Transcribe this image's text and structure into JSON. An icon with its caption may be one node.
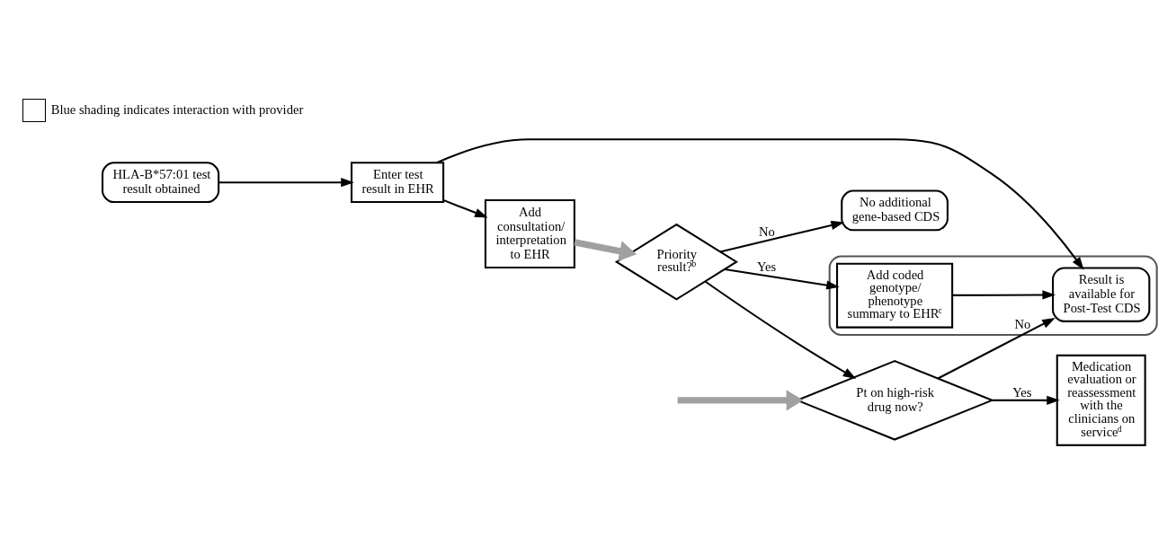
{
  "diagram": {
    "nodes": [
      {
        "text": [
          "HLA-B*57:01 test result obtained"
        ]
      },
      {
        "text": [
          "Enter test result in EHR"
        ]
      },
      {
        "text": [
          "Add consultation/ interpretation to EHR"
        ]
      },
      {
        "text": [
          "Priority result?$^{b}$"
        ]
      },
      {
        "text": [
          "No additional gene-based CDS"
        ]
      },
      {
        "text": [],
        "shape": "box"
      },
      {
        "text": [
          "Result is available for Post-Test CDS"
        ],
        "in": 5
      },
      {
        "text": [
          "Add coded genotype/ phenotype summary to EHR$^{c}$"
        ],
        "in": 5
      },
      {
        "text": [
          "Pt on high-risk drug now?"
        ]
      },
      {
        "text": [
          "Medication evaluation or reassessment with the clinicians on service$^{d}$"
        ]
      }
    ],
    "edges": [
      {
        "from": 0,
        "to": 1,
        "arrow": "to"
      },
      {
        "from": 1,
        "to": 2,
        "arrow": "to"
      },
      {
        "from": 2,
        "to": 3,
        "arrow": "to",
        "style": "thick",
        "color": "#a0a0a0"
      },
      {
        "from": 3,
        "to": 4,
        "arrow": "to",
        "label": "No"
      },
      {
        "from": 1,
        "to": 6,
        "arrow": "to"
      },
      {
        "from": 3,
        "to": 7,
        "arrow": "to",
        "label": "Yes"
      },
      {
        "from": 3,
        "to": 8,
        "arrow": "to"
      },
      {
        "from": 7,
        "to": 6,
        "arrow": "to"
      },
      {
        "from": 8,
        "to": 6,
        "arrow": "to",
        "label": "No"
      },
      {
        "from": 8,
        "to": 9,
        "arrow": "to",
        "label": "Yes"
      },
      {
        "from": null,
        "to": 8,
        "arrow": "to",
        "style": "thick",
        "color": "#a0a0a0"
      }
    ],
    "legend": [
      {
        "text": "Blue shading indicates interaction with provider"
      }
    ]
  }
}
